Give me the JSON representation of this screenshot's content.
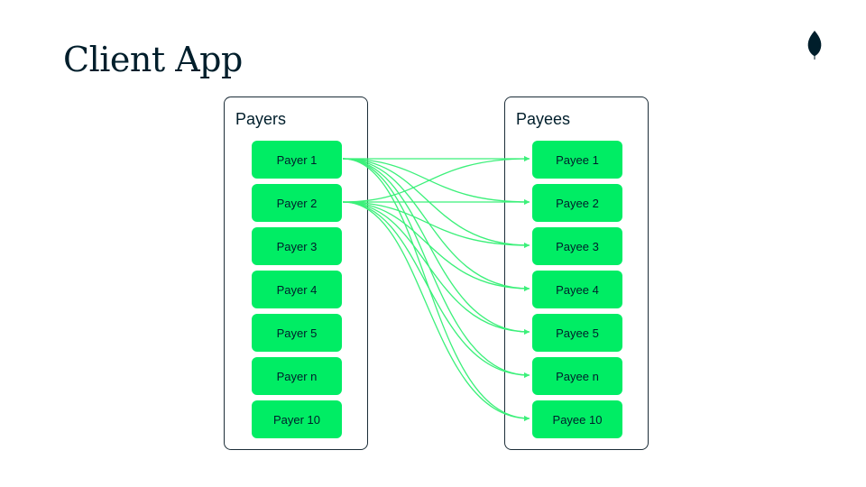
{
  "title": "Client App",
  "accent_color": "#00ed64",
  "edge_color": "#3cf07a",
  "border_color": "#1c2d38",
  "payers": {
    "label": "Payers",
    "items": [
      "Payer 1",
      "Payer 2",
      "Payer 3",
      "Payer 4",
      "Payer 5",
      "Payer n",
      "Payer 10"
    ]
  },
  "payees": {
    "label": "Payees",
    "items": [
      "Payee 1",
      "Payee 2",
      "Payee 3",
      "Payee 4",
      "Payee 5",
      "Payee n",
      "Payee 10"
    ]
  },
  "edges": [
    {
      "from": "Payer 1",
      "to": "Payee 1"
    },
    {
      "from": "Payer 1",
      "to": "Payee 2"
    },
    {
      "from": "Payer 1",
      "to": "Payee 3"
    },
    {
      "from": "Payer 1",
      "to": "Payee 4"
    },
    {
      "from": "Payer 1",
      "to": "Payee 5"
    },
    {
      "from": "Payer 1",
      "to": "Payee n"
    },
    {
      "from": "Payer 1",
      "to": "Payee 10"
    },
    {
      "from": "Payer 2",
      "to": "Payee 1"
    },
    {
      "from": "Payer 2",
      "to": "Payee 2"
    },
    {
      "from": "Payer 2",
      "to": "Payee 3"
    },
    {
      "from": "Payer 2",
      "to": "Payee 4"
    },
    {
      "from": "Payer 2",
      "to": "Payee 5"
    },
    {
      "from": "Payer 2",
      "to": "Payee n"
    },
    {
      "from": "Payer 2",
      "to": "Payee 10"
    }
  ],
  "logo_icon": "leaf-icon"
}
